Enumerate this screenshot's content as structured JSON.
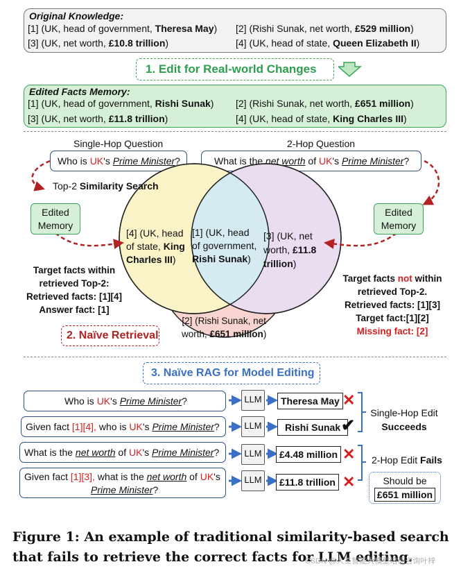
{
  "original": {
    "title": "Original Knowledge",
    "f1_pre": "[1] (UK, head of government, ",
    "f1_bold": "Theresa May",
    "f1_post": ")",
    "f2_pre": "[2] (Rishi Sunak, net worth, ",
    "f2_bold": "£529 million",
    "f2_post": ")",
    "f3_pre": "[3] (UK, net worth, ",
    "f3_bold": "£10.8 trillion",
    "f3_post": ")",
    "f4_pre": "[4] (UK, head of state, ",
    "f4_bold": "Queen Elizabeth II",
    "f4_post": ")"
  },
  "edit_step": "1. Edit for Real-world Changes",
  "edited": {
    "title": "Edited Facts Memory:",
    "f1_pre": "[1] (UK, head of government, ",
    "f1_bold": "Rishi Sunak",
    "f1_post": ")",
    "f2_pre": "[2] (Rishi Sunak, net worth, ",
    "f2_bold": "£651 million",
    "f2_post": ")",
    "f3_pre": "[3] (UK, net worth, ",
    "f3_bold": "£11.8 trillion",
    "f3_post": ")",
    "f4_pre": "[4] (UK, head of state, ",
    "f4_bold": "King Charles III",
    "f4_post": ")"
  },
  "venn": {
    "single_hop_label": "Single-Hop Question",
    "two_hop_label": "2-Hop Question",
    "sq_pre": "Who is ",
    "sq_uk": "UK",
    "sq_mid": "'s ",
    "sq_pm": "Prime Minister",
    "sq_post": "?",
    "tq_pre": "What is the ",
    "tq_nw": "net worth",
    "tq_of": " of ",
    "tq_uk": "UK",
    "tq_mid": "'s ",
    "tq_pm": "Prime Minister",
    "tq_post": "?",
    "top2_pre": "Top-2 ",
    "top2_bold": "Similarity Search",
    "mem_left_l1": "Edited",
    "mem_left_l2": "Memory",
    "mem_right_l1": "Edited",
    "mem_right_l2": "Memory",
    "c4_l1": "[4] (UK, head",
    "c4_l2": "of state, ",
    "c4_l2b": "King",
    "c4_l3": "Charles III",
    "c4_l3b": ")",
    "c1_l1": "[1] (UK, head",
    "c1_l2": "of government,",
    "c1_l3": "Rishi Sunak",
    "c1_l3b": ")",
    "c3_l1": "[3] (UK, net",
    "c3_l2": "worth, ",
    "c3_l2b": "£11.8",
    "c3_l3": "trillion",
    "c3_l3b": ")",
    "c2_l1": "[2] (Rishi Sunak, net",
    "c2_l2": "worth, ",
    "c2_l2b": "£651 million",
    "c2_l2c": ")",
    "left_note": [
      "Target facts within",
      "retrieved Top-2:",
      "Retrieved facts: [1][4]",
      "Answer fact: [1]"
    ],
    "right_note_l1_pre": "Target facts ",
    "right_note_l1_not": "not",
    "right_note_l1_post": " within",
    "right_note": [
      "retrieved Top-2.",
      "Retrieved facts: [1][3]",
      "Target fact:[1][2]"
    ],
    "missing": "Missing fact: [2]",
    "naive_retrieval": "2. Naïve Retrieval"
  },
  "rag": {
    "title": "3. Naïve RAG for Model Editing",
    "llm": "LLM",
    "q1_pre": "Who is ",
    "q1_uk": "UK",
    "q1_mid": "'s ",
    "q1_pm": "Prime Minister",
    "q1_post": "?",
    "q2_pre": "Given fact ",
    "q2_red": "[1][4],",
    "q2_mid": " who is ",
    "q2_uk": "UK",
    "q2_mid2": "'s ",
    "q2_pm": "Prime Minister",
    "q2_post": "?",
    "q3_pre": "What is the ",
    "q3_nw": "net worth",
    "q3_of": " of ",
    "q3_uk": "UK",
    "q3_mid": "'s ",
    "q3_pm": "Prime Minister",
    "q3_post": "?",
    "q4_pre": "Given fact ",
    "q4_red": "[1][3],",
    "q4_mid": " what is the ",
    "q4_nw": "net worth",
    "q4_of": " of ",
    "q4_uk": "UK",
    "q4_mid2": "'s",
    "q4_pm": "Prime Minister",
    "q4_post": "?",
    "a1": "Theresa May",
    "a2": "Rishi Sunak",
    "a3": "£4.48 million",
    "a4": "£11.8 trillion",
    "single_hop_l1": "Single-Hop Edit",
    "single_hop_l2": "Succeeds",
    "two_hop_pre": "2-Hop Edit ",
    "two_hop_bold": "Fails",
    "should_be": "Should be",
    "should_val": "£651 million"
  },
  "caption_l1": "Figure 1: An example of traditional similarity-based search",
  "caption_l2": "that fails to retrieve the correct facts for LLM editing.",
  "watermark": "CSDN @人工智能大模型培训咨询叶梓"
}
